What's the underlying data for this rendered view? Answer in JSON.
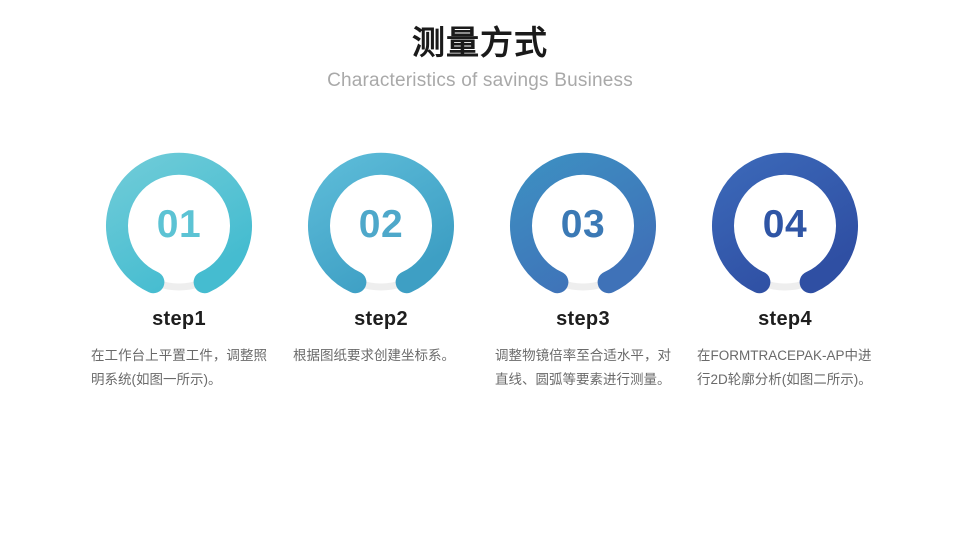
{
  "header": {
    "title": "测量方式",
    "subtitle": "Characteristics of savings Business"
  },
  "palette": {
    "background": "#ffffff",
    "title_color": "#1a1a1a",
    "subtitle_color": "#a9a9a9",
    "label_color": "#1e1e1e",
    "desc_color": "#6a6a6a",
    "track_color": "#eeeeee"
  },
  "steps": [
    {
      "number": "01",
      "label": "step1",
      "desc": "在工作台上平置工件，调整照明系统(如图一所示)。",
      "color_start": "#6ecbd8",
      "color_end": "#45bcd0",
      "number_color": "#5cc3d4"
    },
    {
      "number": "02",
      "label": "step2",
      "desc": "根据图纸要求创建坐标系。",
      "color_start": "#5cbbd8",
      "color_end": "#3e9fc4",
      "number_color": "#4ea8ca"
    },
    {
      "number": "03",
      "label": "step3",
      "desc": "调整物镜倍率至合适水平，对直线、圆弧等要素进行测量。",
      "color_start": "#3d8fc2",
      "color_end": "#3f72b8",
      "number_color": "#3b79b5"
    },
    {
      "number": "04",
      "label": "step4",
      "desc": "在FORMTRACEPAK-AP中进行2D轮廓分析(如图二所示)。",
      "color_start": "#3b68b8",
      "color_end": "#2f4fa3",
      "number_color": "#2f55a5"
    }
  ]
}
